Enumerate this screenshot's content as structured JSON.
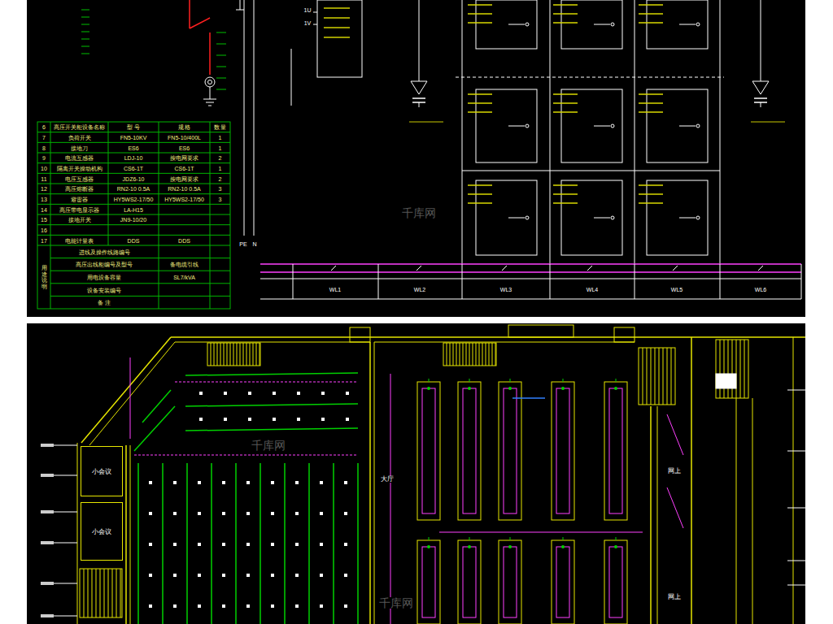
{
  "diagram": {
    "nodes": [
      {
        "text": [
          "小会议"
        ]
      },
      {
        "text": [
          "小会议"
        ]
      }
    ],
    "labels": [
      "6",
      "高压开关柜设备名称",
      "型 号",
      "规 格",
      "数 量",
      "7",
      "负荷开关",
      "FN5-10KV",
      "FN5-10/400L",
      "1",
      "8",
      "接地刀",
      "ES6",
      "ES6",
      "1",
      "9",
      "电流互感器",
      "LDJ-10",
      "按电网要求",
      "2",
      "10",
      "隔离开关操动机构",
      "CS6-1T",
      "CS6-1T",
      "1",
      "11",
      "电压互感器",
      "JDZ6-10",
      "按电网要求",
      "2",
      "12",
      "高压熔断器",
      "RN2-10 0.5A",
      "RN2-10 0.5A",
      "3",
      "13",
      "避雷器",
      "HY5WS2-17/50",
      "HY5WS2-17/50",
      "3",
      "14",
      "高压带电显示器",
      "LA-H15",
      "15",
      "接地开关",
      "JN9-10/20",
      "16",
      "17",
      "电能计量表",
      "DDS",
      "DDS",
      "用途说明",
      "进线及操作线路编号",
      "高压出线柜编号及型号",
      "备电缆引线",
      "用电设备容量",
      "SL7/kVA",
      "设备安装编号",
      "备 注",
      "PE",
      "N",
      "1U",
      "1V",
      "WL1",
      "WL2",
      "WL3",
      "WL4",
      "WL5",
      "WL6",
      "网上",
      "网上",
      "大厅",
      "千库网",
      "千库网",
      "千库网"
    ]
  }
}
